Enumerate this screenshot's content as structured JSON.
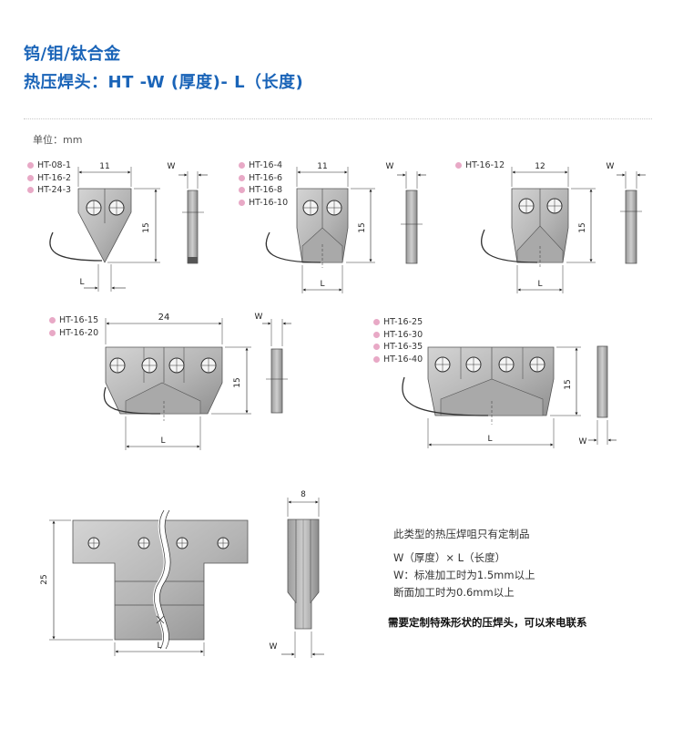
{
  "header": {
    "title_line1": "钨/钼/钛合金",
    "title_line2": "热压焊头：HT -W (厚度)- L（长度)"
  },
  "unit_label": "单位：mm",
  "groups": [
    {
      "models": [
        "HT-08-1",
        "HT-16-2",
        "HT-24-3"
      ],
      "dim_top": "11",
      "dim_side": "15",
      "dim_w": "W",
      "dim_l": "L"
    },
    {
      "models": [
        "HT-16-4",
        "HT-16-6",
        "HT-16-8",
        "HT-16-10"
      ],
      "dim_top": "11",
      "dim_side": "15",
      "dim_w": "W",
      "dim_l": "L"
    },
    {
      "models": [
        "HT-16-12"
      ],
      "dim_top": "12",
      "dim_side": "15",
      "dim_w": "W",
      "dim_l": "L"
    },
    {
      "models": [
        "HT-16-15",
        "HT-16-20"
      ],
      "dim_top": "24",
      "dim_side": "15",
      "dim_w": "W",
      "dim_l": "L"
    },
    {
      "models": [
        "HT-16-25",
        "HT-16-30",
        "HT-16-35",
        "HT-16-40"
      ],
      "dim_side": "15",
      "dim_w": "W",
      "dim_l": "L"
    },
    {
      "dim_top": "8",
      "dim_side": "25",
      "dim_w": "W",
      "dim_l": "L"
    }
  ],
  "notes": {
    "line1": "此类型的热压焊咀只有定制品",
    "line2": "W（厚度）× L（长度）",
    "line3": "W：标准加工时为1.5mm以上",
    "line4": "断面加工时为0.6mm以上",
    "line5": "需要定制特殊形状的压焊头，可以来电联系"
  },
  "colors": {
    "title": "#1a64b8",
    "bullet": "#e8a9c6",
    "metal": "#b9b9b9"
  }
}
